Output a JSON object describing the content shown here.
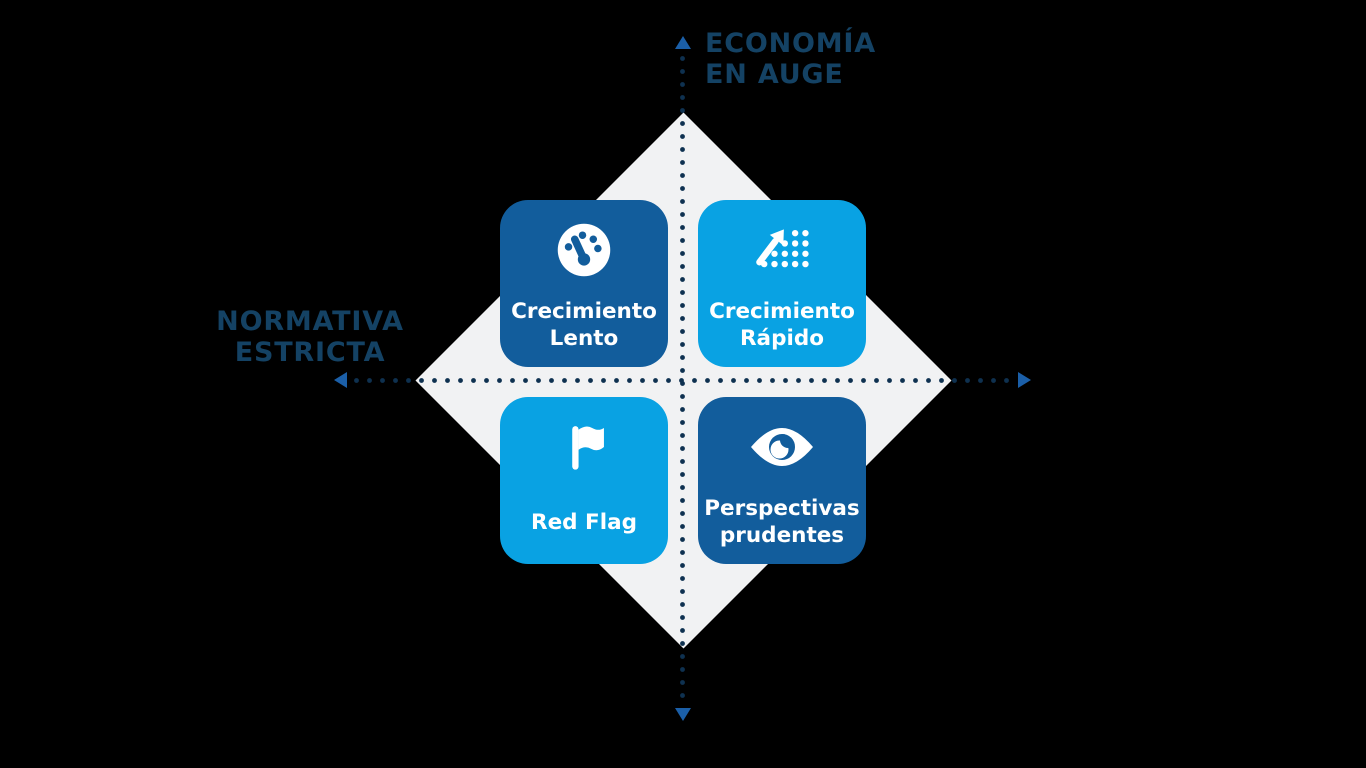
{
  "diagram": {
    "type": "quadrant-matrix",
    "colors": {
      "page_background": "#000000",
      "diamond_background": "#f1f2f3",
      "card_dark_blue": "#125d9c",
      "card_light_blue": "#09a2e3",
      "axis_dot_color": "#0e3150",
      "axis_arrow_color": "#1b5fa8",
      "axis_label_color": "#144264",
      "card_text_color": "#ffffff"
    },
    "axis_labels": {
      "top": {
        "line1": "ECONOMÍA",
        "line2": "EN AUGE"
      },
      "left": {
        "line1": "NORMATIVA",
        "line2": "ESTRICTA"
      }
    },
    "quadrants": {
      "top_left": {
        "line1": "Crecimiento",
        "line2": "Lento",
        "icon": "gauge-icon",
        "style": "dark"
      },
      "top_right": {
        "line1": "Crecimiento",
        "line2": "Rápido",
        "icon": "growth-arrow-icon",
        "style": "light"
      },
      "bottom_left": {
        "line1": "Red Flag",
        "line2": "",
        "icon": "flag-icon",
        "style": "light"
      },
      "bottom_right": {
        "line1": "Perspectivas",
        "line2": "prudentes",
        "icon": "eye-icon",
        "style": "dark"
      }
    }
  }
}
